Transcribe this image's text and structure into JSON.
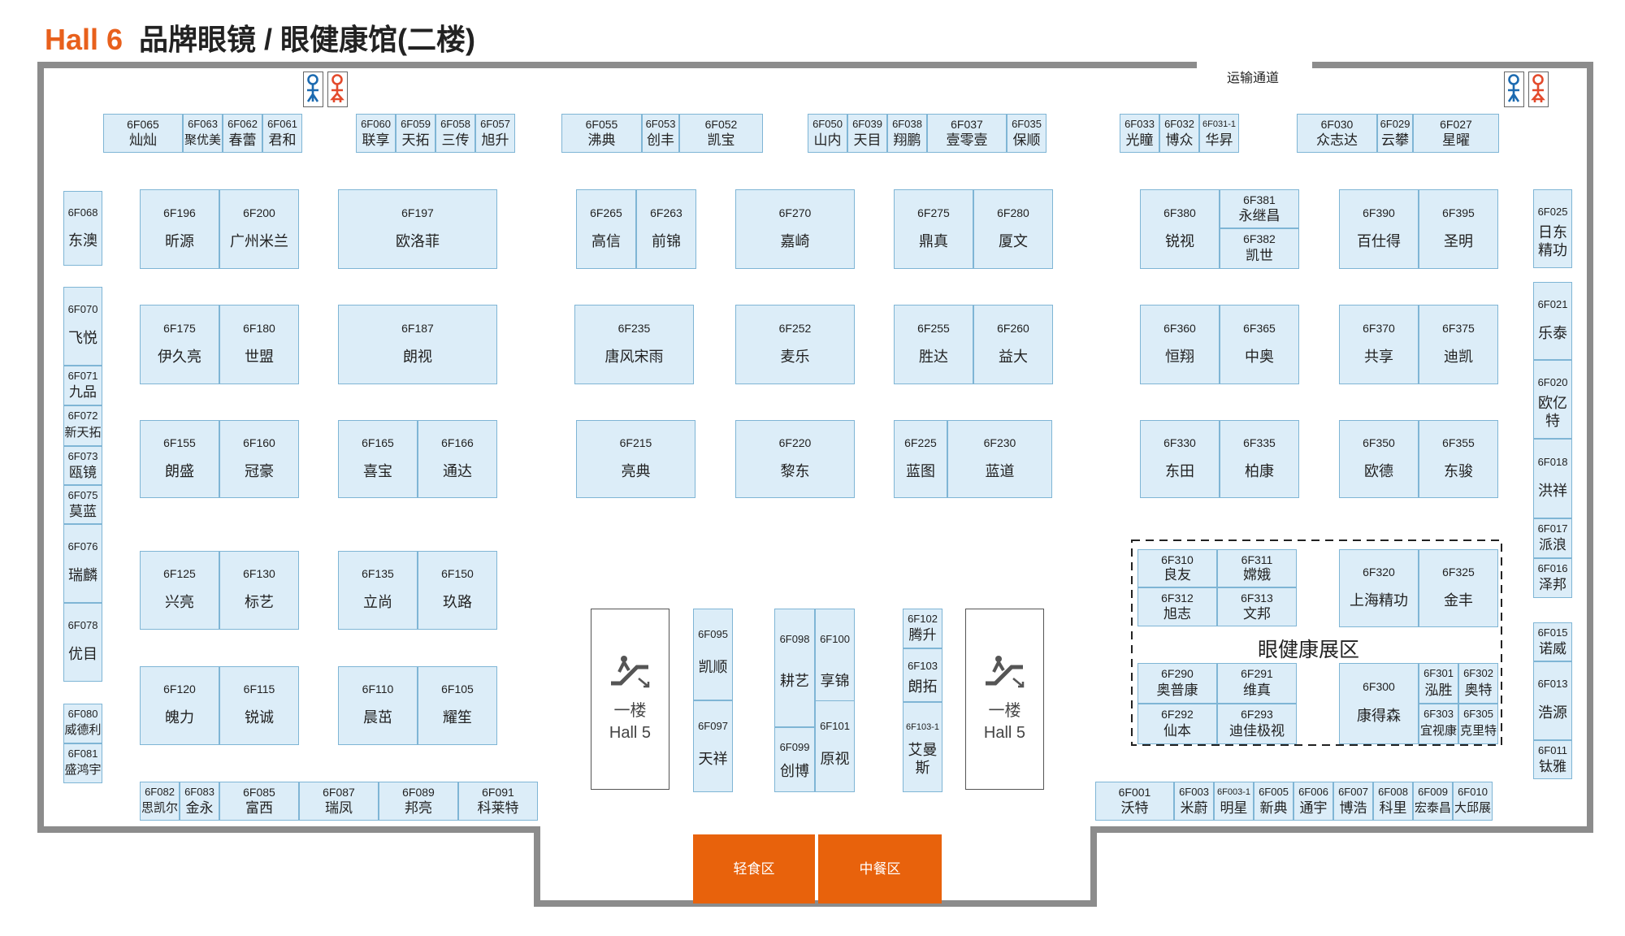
{
  "header": {
    "hall": "Hall 6",
    "title": "品牌眼镜 / 眼健康馆(二楼)"
  },
  "labels": {
    "transport": "运输通道",
    "eye_health_zone": "眼健康展区"
  },
  "colors": {
    "hall_accent": "#e8601c",
    "booth_fill": "#dcedf8",
    "booth_border": "#7fb5d5",
    "food_area": "#e8620c",
    "wall": "#8c8c8c"
  },
  "escalators": [
    {
      "line1": "一楼",
      "line2": "Hall 5"
    },
    {
      "line1": "一楼",
      "line2": "Hall 5"
    }
  ],
  "food_areas": [
    {
      "label": "轻食区"
    },
    {
      "label": "中餐区"
    }
  ],
  "restroom_icons": [
    "male-restroom-icon",
    "female-restroom-icon"
  ],
  "booths": [
    {
      "code": "6F065",
      "name": "灿灿"
    },
    {
      "code": "6F063",
      "name": "聚优美"
    },
    {
      "code": "6F062",
      "name": "春蕾"
    },
    {
      "code": "6F061",
      "name": "君和"
    },
    {
      "code": "6F060",
      "name": "联享"
    },
    {
      "code": "6F059",
      "name": "天拓"
    },
    {
      "code": "6F058",
      "name": "三传"
    },
    {
      "code": "6F057",
      "name": "旭升"
    },
    {
      "code": "6F055",
      "name": "沸典"
    },
    {
      "code": "6F053",
      "name": "创丰"
    },
    {
      "code": "6F052",
      "name": "凯宝"
    },
    {
      "code": "6F050",
      "name": "山内"
    },
    {
      "code": "6F039",
      "name": "天目"
    },
    {
      "code": "6F038",
      "name": "翔鹏"
    },
    {
      "code": "6F037",
      "name": "壹零壹"
    },
    {
      "code": "6F035",
      "name": "保顺"
    },
    {
      "code": "6F033",
      "name": "光瞳"
    },
    {
      "code": "6F032",
      "name": "博众"
    },
    {
      "code": "6F031-1",
      "name": "华昇"
    },
    {
      "code": "6F030",
      "name": "众志达"
    },
    {
      "code": "6F029",
      "name": "云攀"
    },
    {
      "code": "6F027",
      "name": "星曜"
    },
    {
      "code": "6F068",
      "name": "东澳"
    },
    {
      "code": "6F070",
      "name": "飞悦"
    },
    {
      "code": "6F071",
      "name": "九品"
    },
    {
      "code": "6F072",
      "name": "新天拓"
    },
    {
      "code": "6F073",
      "name": "瓯镜"
    },
    {
      "code": "6F075",
      "name": "莫蓝"
    },
    {
      "code": "6F076",
      "name": "瑞麟"
    },
    {
      "code": "6F078",
      "name": "优目"
    },
    {
      "code": "6F080",
      "name": "威德利"
    },
    {
      "code": "6F081",
      "name": "盛鸿宇"
    },
    {
      "code": "6F196",
      "name": "昕源"
    },
    {
      "code": "6F200",
      "name": "广州米兰"
    },
    {
      "code": "6F197",
      "name": "欧洛菲"
    },
    {
      "code": "6F265",
      "name": "高信"
    },
    {
      "code": "6F263",
      "name": "前锦"
    },
    {
      "code": "6F270",
      "name": "嘉崎"
    },
    {
      "code": "6F275",
      "name": "鼎真"
    },
    {
      "code": "6F280",
      "name": "厦文"
    },
    {
      "code": "6F380",
      "name": "锐视"
    },
    {
      "code": "6F381",
      "name": "永继昌"
    },
    {
      "code": "6F382",
      "name": "凯世"
    },
    {
      "code": "6F390",
      "name": "百仕得"
    },
    {
      "code": "6F395",
      "name": "圣明"
    },
    {
      "code": "6F175",
      "name": "伊久亮"
    },
    {
      "code": "6F180",
      "name": "世盟"
    },
    {
      "code": "6F187",
      "name": "朗视"
    },
    {
      "code": "6F235",
      "name": "唐风宋雨"
    },
    {
      "code": "6F252",
      "name": "麦乐"
    },
    {
      "code": "6F255",
      "name": "胜达"
    },
    {
      "code": "6F260",
      "name": "益大"
    },
    {
      "code": "6F360",
      "name": "恒翔"
    },
    {
      "code": "6F365",
      "name": "中奥"
    },
    {
      "code": "6F370",
      "name": "共享"
    },
    {
      "code": "6F375",
      "name": "迪凯"
    },
    {
      "code": "6F155",
      "name": "朗盛"
    },
    {
      "code": "6F160",
      "name": "冠豪"
    },
    {
      "code": "6F165",
      "name": "喜宝"
    },
    {
      "code": "6F166",
      "name": "通达"
    },
    {
      "code": "6F215",
      "name": "亮典"
    },
    {
      "code": "6F220",
      "name": "黎东"
    },
    {
      "code": "6F225",
      "name": "蓝图"
    },
    {
      "code": "6F230",
      "name": "蓝道"
    },
    {
      "code": "6F330",
      "name": "东田"
    },
    {
      "code": "6F335",
      "name": "柏康"
    },
    {
      "code": "6F350",
      "name": "欧德"
    },
    {
      "code": "6F355",
      "name": "东骏"
    },
    {
      "code": "6F125",
      "name": "兴亮"
    },
    {
      "code": "6F130",
      "name": "标艺"
    },
    {
      "code": "6F135",
      "name": "立尚"
    },
    {
      "code": "6F150",
      "name": "玖路"
    },
    {
      "code": "6F120",
      "name": "魄力"
    },
    {
      "code": "6F115",
      "name": "锐诚"
    },
    {
      "code": "6F110",
      "name": "晨茁"
    },
    {
      "code": "6F105",
      "name": "耀笙"
    },
    {
      "code": "6F095",
      "name": "凯顺"
    },
    {
      "code": "6F097",
      "name": "天祥"
    },
    {
      "code": "6F098",
      "name": "耕艺"
    },
    {
      "code": "6F100",
      "name": "享锦"
    },
    {
      "code": "6F099",
      "name": "创博"
    },
    {
      "code": "6F101",
      "name": "原视"
    },
    {
      "code": "6F102",
      "name": "腾升"
    },
    {
      "code": "6F103",
      "name": "朗拓"
    },
    {
      "code": "6F103-1",
      "name": "艾曼斯"
    },
    {
      "code": "6F310",
      "name": "良友"
    },
    {
      "code": "6F311",
      "name": "嫦娥"
    },
    {
      "code": "6F312",
      "name": "旭志"
    },
    {
      "code": "6F313",
      "name": "文邦"
    },
    {
      "code": "6F320",
      "name": "上海精功"
    },
    {
      "code": "6F325",
      "name": "金丰"
    },
    {
      "code": "6F290",
      "name": "奥普康"
    },
    {
      "code": "6F291",
      "name": "维真"
    },
    {
      "code": "6F292",
      "name": "仙本"
    },
    {
      "code": "6F293",
      "name": "迪佳极视"
    },
    {
      "code": "6F300",
      "name": "康得森"
    },
    {
      "code": "6F301",
      "name": "泓胜"
    },
    {
      "code": "6F302",
      "name": "奥特"
    },
    {
      "code": "6F303",
      "name": "宜视康"
    },
    {
      "code": "6F305",
      "name": "克里特"
    },
    {
      "code": "6F082",
      "name": "思凯尔"
    },
    {
      "code": "6F083",
      "name": "金永"
    },
    {
      "code": "6F085",
      "name": "富西"
    },
    {
      "code": "6F087",
      "name": "瑞凤"
    },
    {
      "code": "6F089",
      "name": "邦亮"
    },
    {
      "code": "6F091",
      "name": "科莱特"
    },
    {
      "code": "6F001",
      "name": "沃特"
    },
    {
      "code": "6F003",
      "name": "米蔚"
    },
    {
      "code": "6F003-1",
      "name": "明星"
    },
    {
      "code": "6F005",
      "name": "新典"
    },
    {
      "code": "6F006",
      "name": "通宇"
    },
    {
      "code": "6F007",
      "name": "博浩"
    },
    {
      "code": "6F008",
      "name": "科里"
    },
    {
      "code": "6F009",
      "name": "宏泰昌"
    },
    {
      "code": "6F010",
      "name": "大邱展"
    },
    {
      "code": "6F025",
      "name": "日东精功"
    },
    {
      "code": "6F021",
      "name": "乐泰"
    },
    {
      "code": "6F020",
      "name": "欧亿特"
    },
    {
      "code": "6F018",
      "name": "洪祥"
    },
    {
      "code": "6F017",
      "name": "派浪"
    },
    {
      "code": "6F016",
      "name": "泽邦"
    },
    {
      "code": "6F015",
      "name": "诺威"
    },
    {
      "code": "6F013",
      "name": "浩源"
    },
    {
      "code": "6F011",
      "name": "钛雅"
    }
  ]
}
